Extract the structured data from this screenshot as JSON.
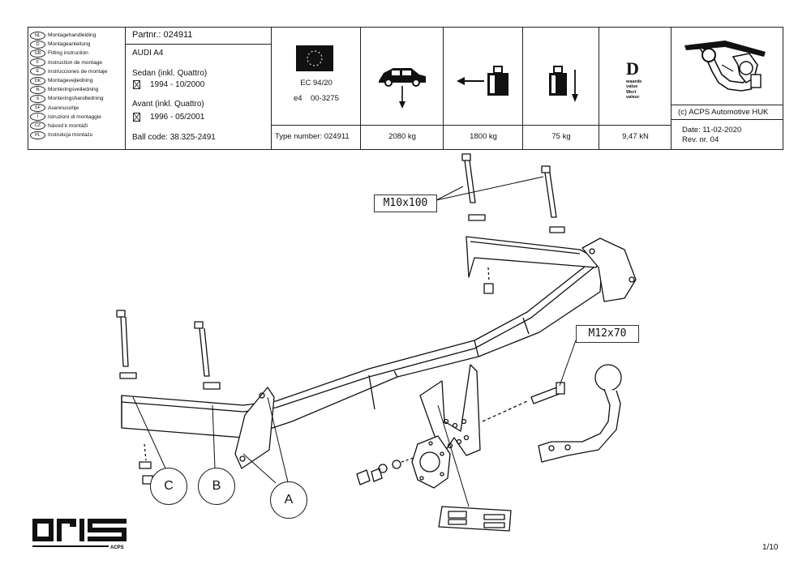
{
  "languages": [
    {
      "code": "NL",
      "label": "Montagehandleiding"
    },
    {
      "code": "D",
      "label": "Montageanleitung"
    },
    {
      "code": "GB",
      "label": "Fitting instruction"
    },
    {
      "code": "F",
      "label": "Instruction de montage"
    },
    {
      "code": "E",
      "label": "Instrucciones de montaje"
    },
    {
      "code": "DK",
      "label": "Montagevejledning"
    },
    {
      "code": "N",
      "label": "Monteringsveiledning"
    },
    {
      "code": "S",
      "label": "Monteringshandledning"
    },
    {
      "code": "SF",
      "label": "Asennusohje"
    },
    {
      "code": "I",
      "label": "Istruzioni di montaggie"
    },
    {
      "code": "CZ",
      "label": "Návod k montáži"
    },
    {
      "code": "PL",
      "label": "Instrukcja montażu"
    }
  ],
  "vehicle": {
    "partnr": "Partnr.: 024911",
    "model": "AUDI A4",
    "sedan_label": "Sedan  (inkl. Quattro)",
    "sedan_years": "1994  - 10/2000",
    "avant_label": "Avant  (inkl. Quattro)",
    "avant_years": "1996 -  05/2001",
    "ball_code": "Ball code: 38.325-2491"
  },
  "approval": {
    "ec": "EC 94/20",
    "e4_prefix": "e4",
    "e4_number": "00-3275",
    "type_number": "Type number: 024911"
  },
  "specs": {
    "gross_weight": "2080 kg",
    "towing_mass": "1800 kg",
    "vertical_load": "75 kg",
    "d_value": "9,47 kN",
    "d_letter": "D",
    "d_words": [
      "waarde",
      "value",
      "Wert",
      "valeur"
    ]
  },
  "company": {
    "copyright": "(c) ACPS Automotive HUK",
    "date": "Date: 11-02-2020",
    "rev": "Rev. nr.  04"
  },
  "drawing": {
    "bolt_m10": "M10x100",
    "bolt_m12": "M12x70",
    "label_a": "A",
    "label_b": "B",
    "label_c": "C"
  },
  "logo": {
    "text": "oris",
    "sub": "ACPS"
  },
  "page": "1/10"
}
